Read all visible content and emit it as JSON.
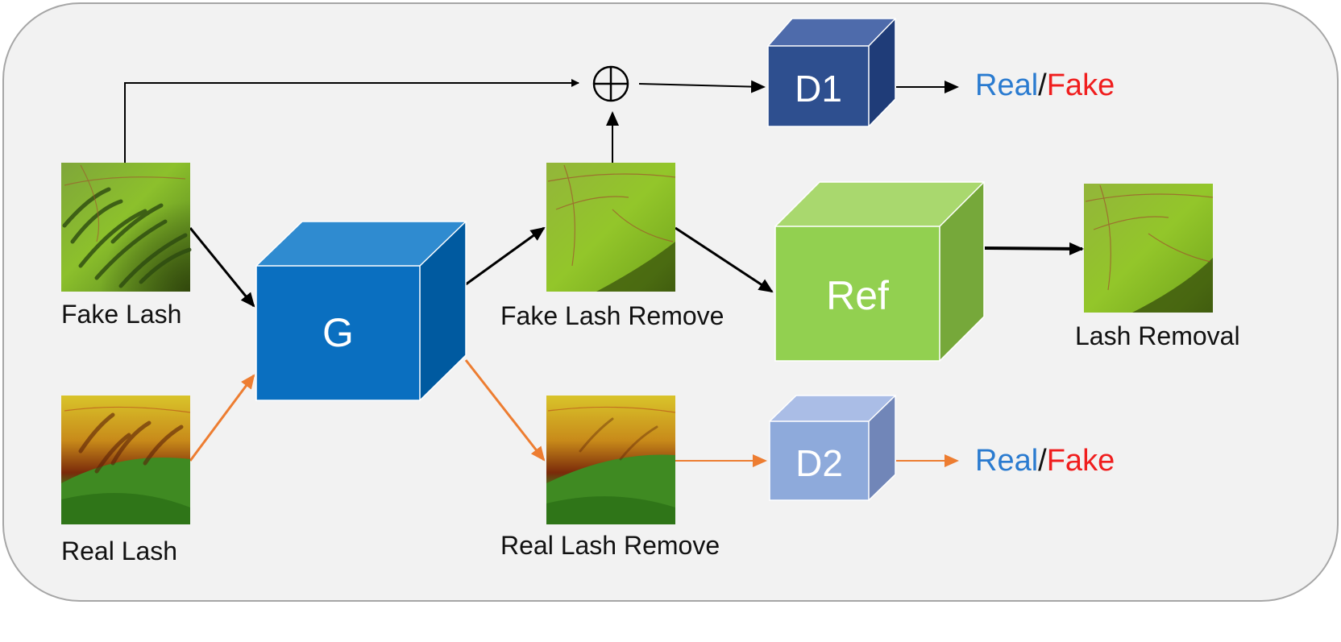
{
  "labels": {
    "fake_lash": "Fake Lash",
    "real_lash": "Real Lash",
    "fake_lash_remove": "Fake Lash Remove",
    "real_lash_remove": "Real Lash Remove",
    "lash_removal": "Lash Removal"
  },
  "blocks": {
    "generator": "G",
    "refiner": "Ref",
    "discriminator_1": "D1",
    "discriminator_2": "D2"
  },
  "outputs": {
    "real": "Real",
    "slash": "/",
    "fake": "Fake"
  },
  "combine_symbol": "⊕",
  "colors": {
    "generator": "#0a6fc0",
    "refiner": "#92d050",
    "discriminator_1": "#2e4f8f",
    "discriminator_2": "#8eaadb",
    "fake_path_arrow": "#000000",
    "real_path_arrow": "#ed7d31",
    "real_text": "#2a7bd0",
    "fake_text": "#f01e1e"
  }
}
